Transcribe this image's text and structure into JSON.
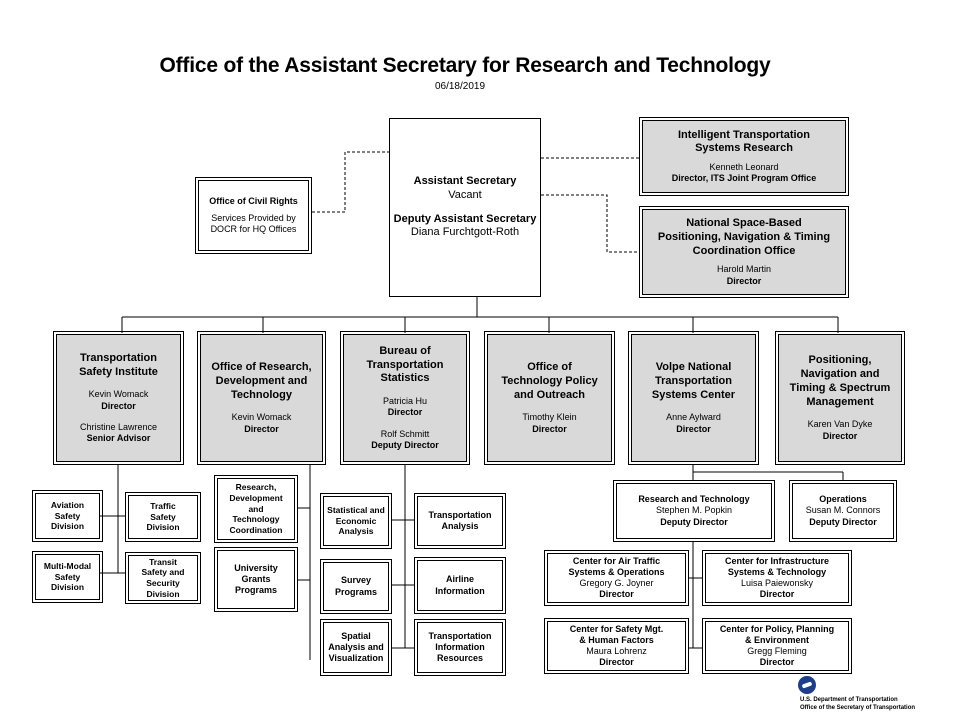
{
  "title": "Office of the Assistant Secretary for Research and Technology",
  "date": "06/18/2019",
  "top": {
    "title1": "Assistant Secretary",
    "name1": "Vacant",
    "title2": "Deputy Assistant Secretary",
    "name2": "Diana Furchtgott-Roth"
  },
  "civil_rights": {
    "title": "Office of Civil Rights",
    "line1": "Services Provided by",
    "line2": "DOCR for HQ Offices"
  },
  "its": {
    "line1": "Intelligent Transportation",
    "line2": "Systems Research",
    "name": "Kenneth Leonard",
    "role": "Director, ITS Joint Program Office"
  },
  "pnt_office": {
    "line1": "National Space-Based",
    "line2": "Positioning,  Navigation & Timing",
    "line3": "Coordination Office",
    "name": "Harold Martin",
    "role": "Director"
  },
  "tsi": {
    "line1": "Transportation",
    "line2": "Safety Institute",
    "name1": "Kevin Womack",
    "role1": "Director",
    "name2": "Christine Lawrence",
    "role2": "Senior Advisor"
  },
  "ordt": {
    "line1": "Office of Research,",
    "line2": "Development and",
    "line3": "Technology",
    "name": "Kevin Womack",
    "role": "Director"
  },
  "bts": {
    "line1": "Bureau of",
    "line2": "Transportation",
    "line3": "Statistics",
    "name1": "Patricia Hu",
    "role1": "Director",
    "name2": "Rolf Schmitt",
    "role2": "Deputy Director"
  },
  "otpo": {
    "line1": "Office of",
    "line2": "Technology Policy",
    "line3": "and Outreach",
    "name": "Timothy Klein",
    "role": "Director"
  },
  "volpe": {
    "line1": "Volpe National",
    "line2": "Transportation",
    "line3": "Systems Center",
    "name": "Anne Aylward",
    "role": "Director"
  },
  "pnt_mgmt": {
    "line1": "Positioning,",
    "line2": "Navigation and",
    "line3": "Timing & Spectrum",
    "line4": "Management",
    "name": "Karen Van Dyke",
    "role": "Director"
  },
  "tsi_divs": {
    "aviation": [
      "Aviation",
      "Safety",
      "Division"
    ],
    "traffic": [
      "Traffic",
      "Safety",
      "Division"
    ],
    "multimodal": [
      "Multi-Modal",
      "Safety",
      "Division"
    ],
    "transit": [
      "Transit",
      "Safety and",
      "Security",
      "Division"
    ]
  },
  "ordt_divs": {
    "rdtc": [
      "Research,",
      "Development",
      "and",
      "Technology",
      "Coordination"
    ],
    "ugp": [
      "University",
      "Grants",
      "Programs"
    ]
  },
  "bts_divs": {
    "sea": [
      "Statistical  and",
      "Economic",
      "Analysis"
    ],
    "ta": [
      "Transportation",
      "Analysis"
    ],
    "survey": [
      "Survey",
      "Programs"
    ],
    "airline": [
      "Airline",
      "Information"
    ],
    "spatial": [
      "Spatial",
      "Analysis and",
      "Visualization"
    ],
    "tir": [
      "Transportation",
      "Information",
      "Resources"
    ]
  },
  "volpe_divs": {
    "rt": {
      "title": "Research and Technology",
      "name": "Stephen M. Popkin",
      "role": "Deputy Director"
    },
    "ops": {
      "title": "Operations",
      "name": "Susan M. Connors",
      "role": "Deputy Director"
    },
    "atso": {
      "line1": "Center for Air Traffic",
      "line2": "Systems & Operations",
      "name": "Gregory G. Joyner",
      "role": "Director"
    },
    "ist": {
      "line1": "Center for Infrastructure",
      "line2": "Systems & Technology",
      "name": "Luisa Paiewonsky",
      "role": "Director"
    },
    "smhf": {
      "line1": "Center for Safety Mgt.",
      "line2": "& Human Factors",
      "name": "Maura Lohrenz",
      "role": "Director"
    },
    "ppe": {
      "line1": "Center for Policy, Planning",
      "line2": "& Environment",
      "name": "Gregg Fleming",
      "role": "Director"
    }
  },
  "logo": {
    "line1": "U.S. Department of Transportation",
    "line2": "Office of the Secretary of Transportation"
  }
}
